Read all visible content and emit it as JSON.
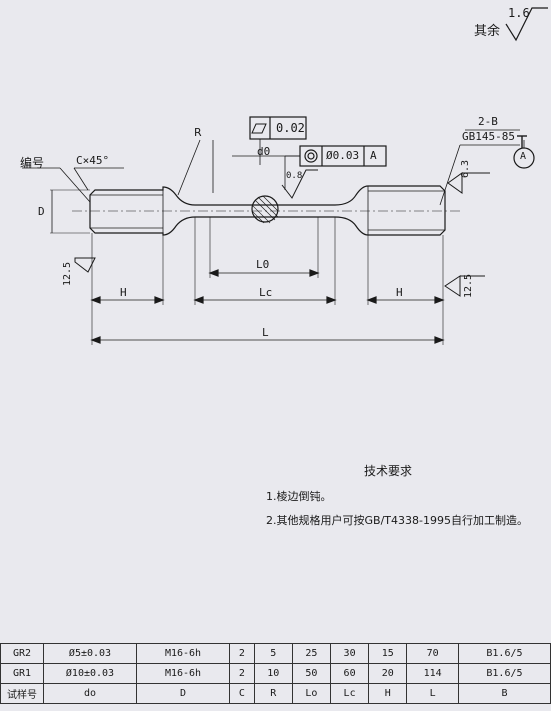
{
  "surface": {
    "label": "其余",
    "value": "1.6"
  },
  "labels": {
    "R": "R",
    "flatness": "0.02",
    "d0": "d0",
    "runout_value": "Ø0.03",
    "runout_datum": "A",
    "callout_count": "2-B",
    "callout_std": "GB145-85",
    "datum_A": "A",
    "roughness_center": "0.8",
    "roughness_right_top": "6.3",
    "roughness_left": "12.5",
    "roughness_right_bottom": "12.5",
    "number_label": "编号",
    "chamfer": "C×45°",
    "D": "D",
    "L0": "L0",
    "Lc": "Lc",
    "H_left": "H",
    "H_right": "H",
    "L": "L"
  },
  "tech": {
    "title": "技术要求",
    "items": [
      "1.棱边倒钝。",
      "2.其他规格用户可按GB/T4338-1995自行加工制造。"
    ]
  },
  "table": {
    "rows": [
      [
        "GR2",
        "Ø5±0.03",
        "M16-6h",
        "2",
        "5",
        "25",
        "30",
        "15",
        "70",
        "B1.6/5"
      ],
      [
        "GR1",
        "Ø10±0.03",
        "M16-6h",
        "2",
        "10",
        "50",
        "60",
        "20",
        "114",
        "B1.6/5"
      ],
      [
        "试样号",
        "do",
        "D",
        "C",
        "R",
        "Lo",
        "Lc",
        "H",
        "L",
        "B"
      ]
    ]
  },
  "colors": {
    "paper": "#e9e9ee",
    "ink": "#1a1a1a"
  }
}
